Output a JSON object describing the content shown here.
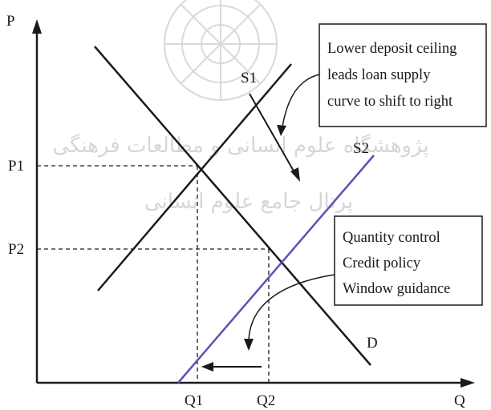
{
  "axes": {
    "y_label": "P",
    "x_label": "Q",
    "y_ticks": [
      "P1",
      "P2"
    ],
    "x_ticks": [
      "Q1",
      "Q2"
    ]
  },
  "curves": {
    "supply_1": "S1",
    "supply_2": "S2",
    "demand": "D"
  },
  "annotations": {
    "top_box": [
      "Lower deposit ceiling",
      "leads loan supply",
      "curve to shift to right"
    ],
    "bottom_box": [
      "Quantity control",
      "Credit policy",
      "Window guidance"
    ]
  },
  "watermark": {
    "lines": [
      "پژوهشگاه علوم انسانی و مطالعات فرهنگی",
      "پرتال جامع علوم انسانی"
    ]
  },
  "colors": {
    "lines": "#1a1a1a",
    "shifted_supply": "#5b52b5",
    "watermark": "#d9d9d9"
  }
}
